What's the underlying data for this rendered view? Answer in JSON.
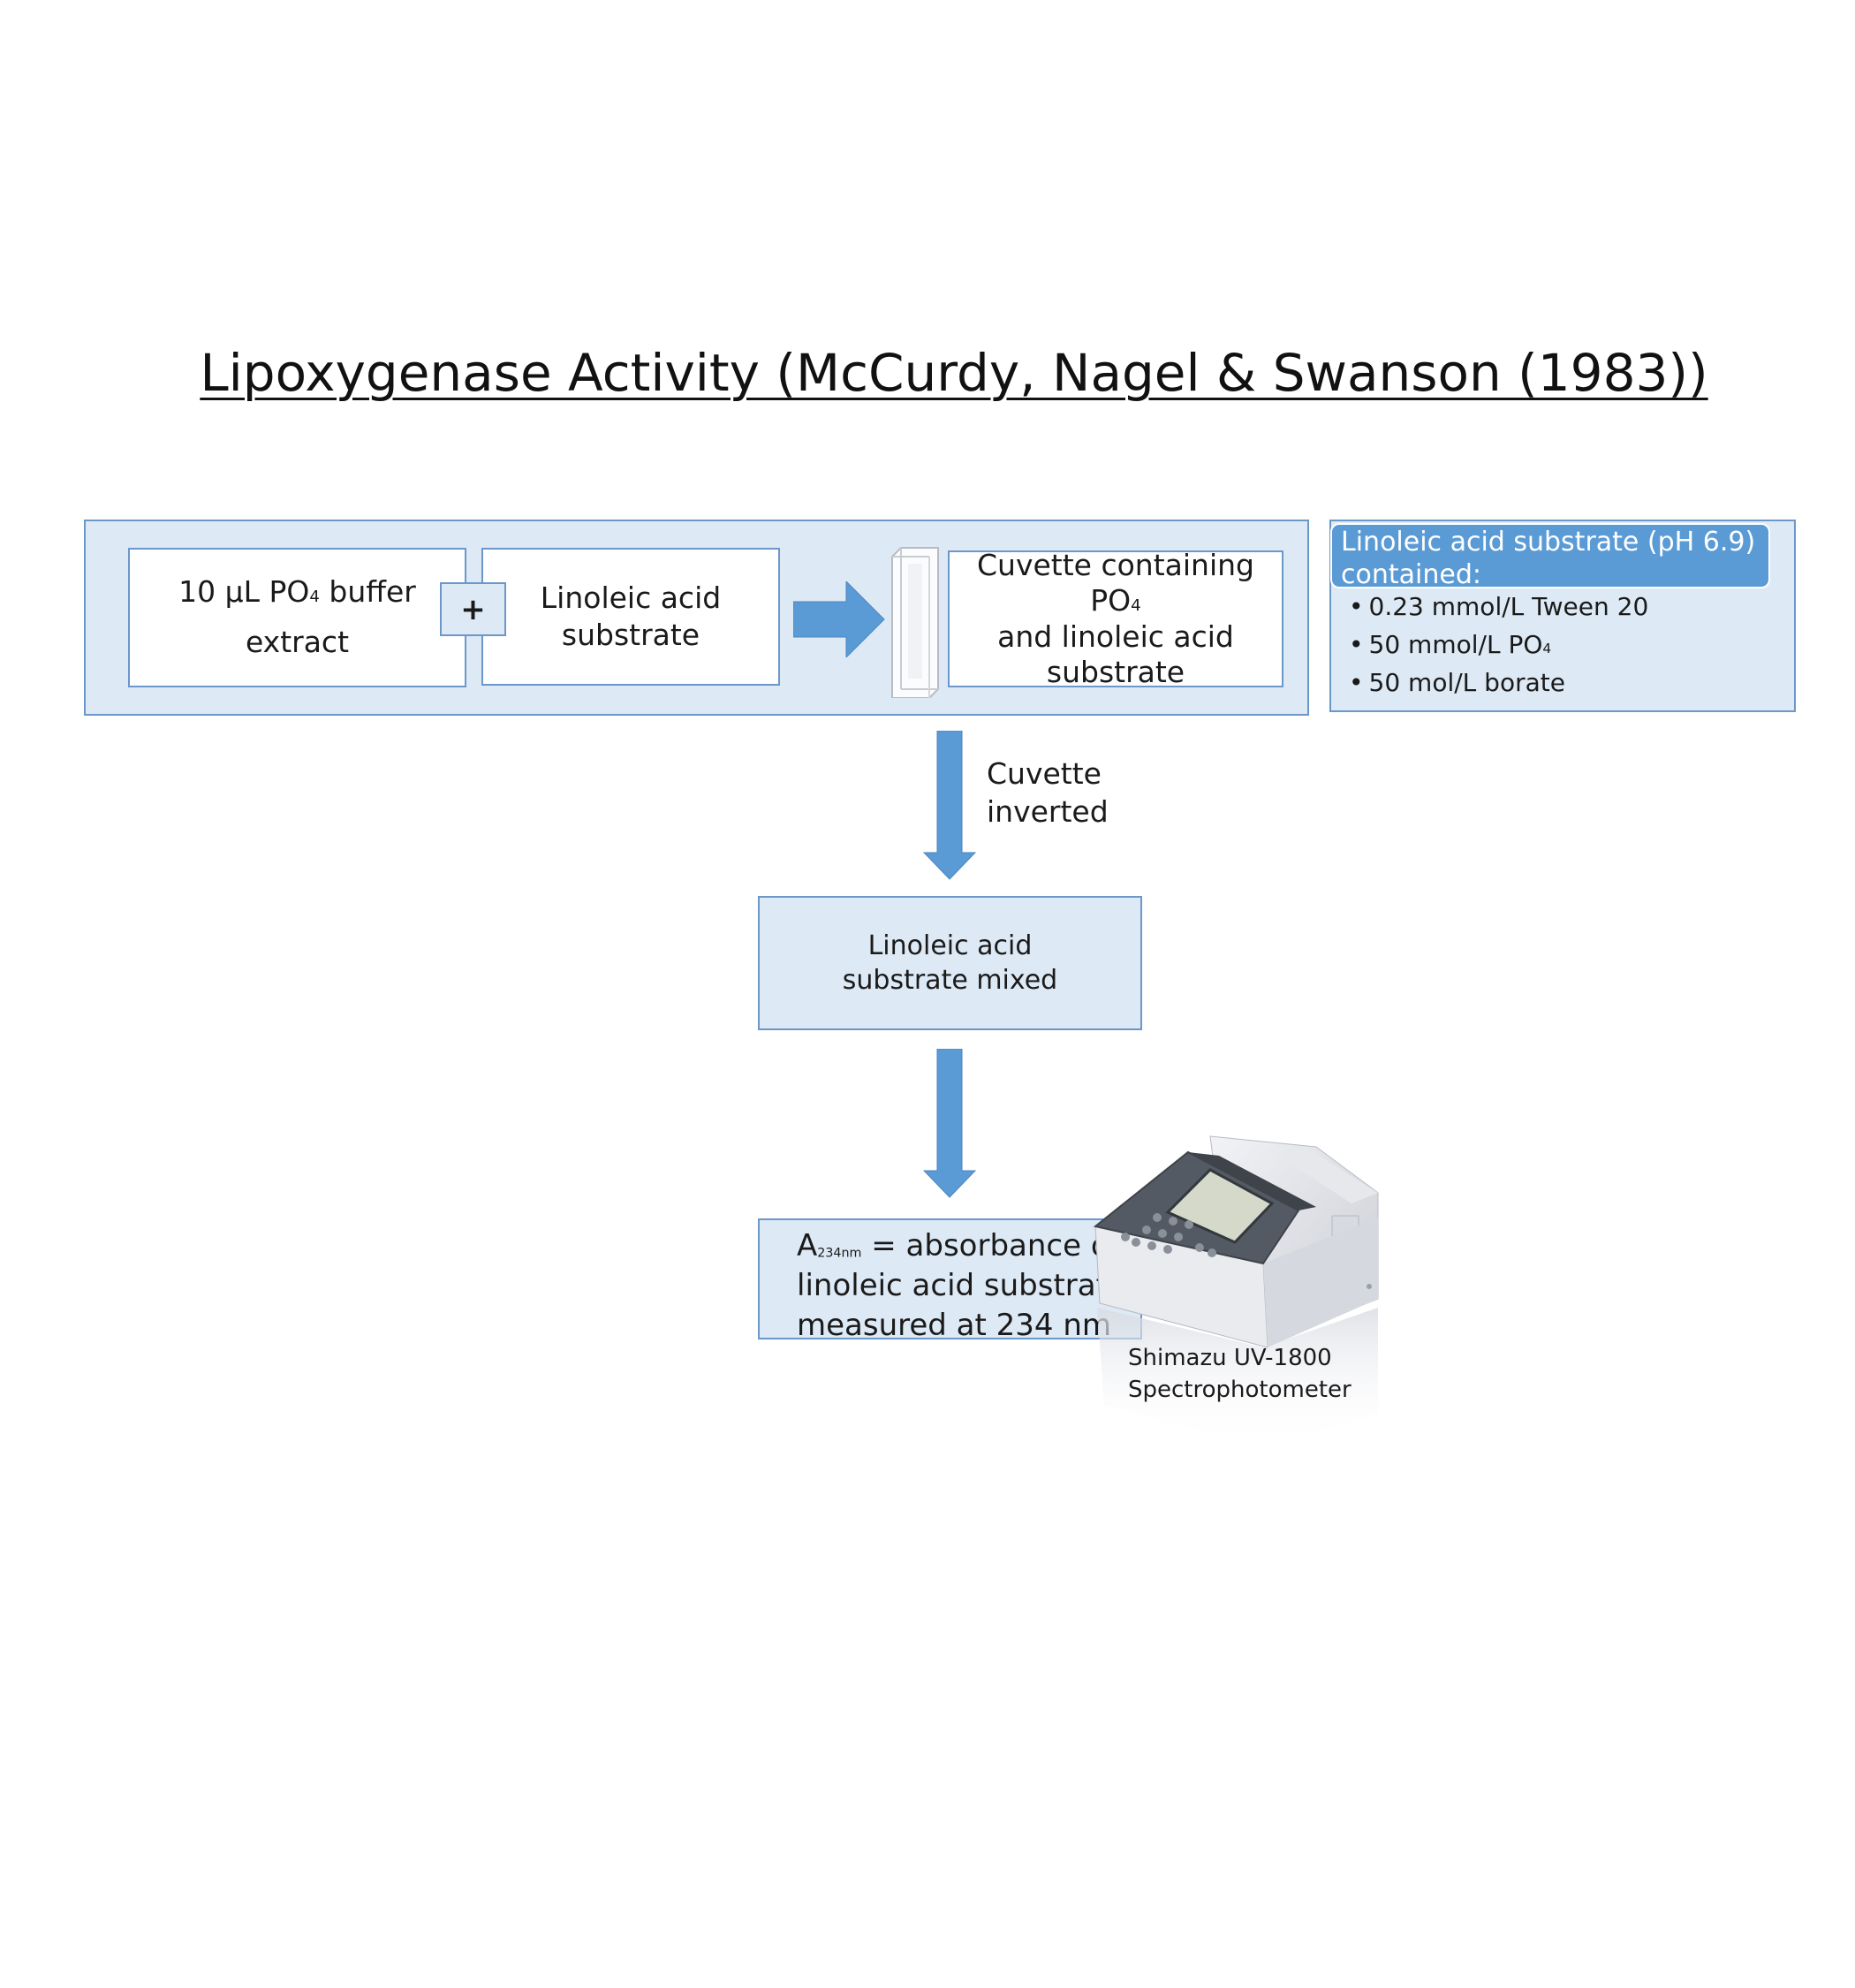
{
  "title": "Lipoxygenase Activity (McCurdy, Nagel & Swanson (1983))",
  "step1": {
    "box1_main": "10 µL PO",
    "box1_sub": "4",
    "box1_after": " buffer",
    "box1_line2": "extract",
    "plus": "+",
    "box2_line1": "Linoleic acid",
    "box2_line2": "substrate",
    "box3_line1_main": "Cuvette containing PO",
    "box3_line1_sub": "4",
    "box3_line2": "and linoleic acid",
    "box3_line3": "substrate"
  },
  "substrate_info": {
    "header": "Linoleic acid substrate (pH 6.9) contained:",
    "item1": "0.23 mmol/L Tween 20",
    "item2_main": "50 mmol/L PO",
    "item2_sub": "4",
    "item3": "50 mol/L borate"
  },
  "arrow1_label_line1": "Cuvette",
  "arrow1_label_line2": "inverted",
  "mixed_line1": "Linoleic acid",
  "mixed_line2": "substrate mixed",
  "result": {
    "a": "A",
    "a_sub": "234nm",
    "line1_rest": " = absorbance of",
    "line2": "linoleic acid substrate",
    "line3": "measured at 234 nm"
  },
  "instrument_caption_line1": "Shimazu UV-1800",
  "instrument_caption_line2": "Spectrophotometer",
  "colors": {
    "panel_fill": "#dde9f5",
    "border": "#6b97c9",
    "arrow": "#5b9bd5"
  }
}
